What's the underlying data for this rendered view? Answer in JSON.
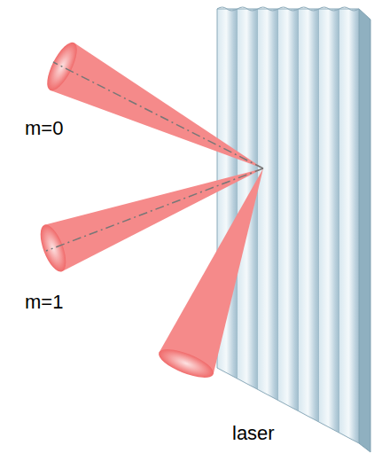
{
  "diagram": {
    "labels": [
      "m=0",
      "m=1",
      "laser"
    ]
  }
}
